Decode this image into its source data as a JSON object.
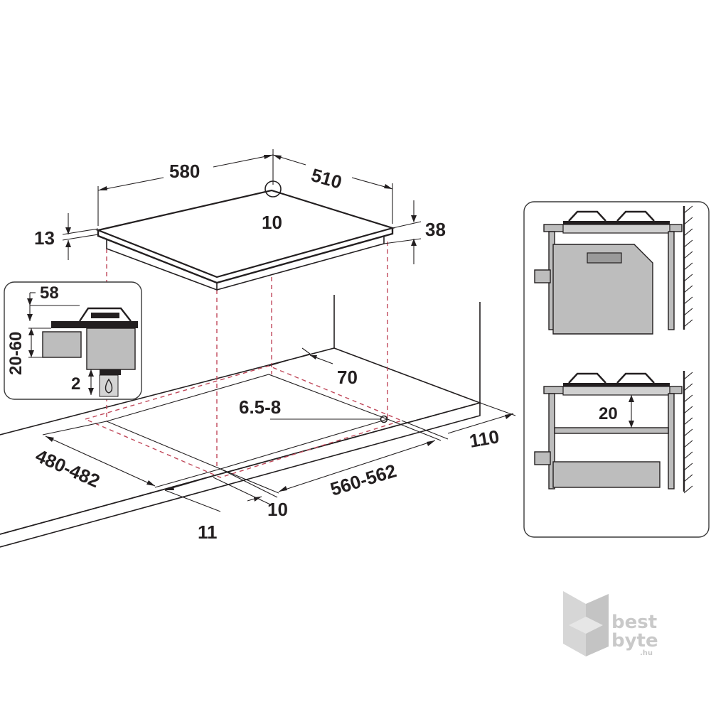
{
  "diagram": {
    "labels": {
      "width_580": "580",
      "depth_510": "510",
      "corner_10": "10",
      "thickness_13": "13",
      "height_38": "38",
      "inset_58": "58",
      "range_20_60": "20-60",
      "gap_2": "2",
      "margin_70": "70",
      "hole_6_5_8": "6.5-8",
      "cut_480_482": "480-482",
      "cut_560_562": "560-562",
      "wall_110": "110",
      "edge_10": "10",
      "front_11": "11",
      "clearance_20": "20"
    },
    "logo": {
      "line1": "best",
      "line2": "byte",
      "suffix": ".hu"
    }
  },
  "colors": {
    "line": "#231f20",
    "hidden_line": "#c0485a",
    "fill_grey": "#bdbdbd",
    "panel_border": "#3a3a3a",
    "logo_grey": "#c9c9c9"
  }
}
